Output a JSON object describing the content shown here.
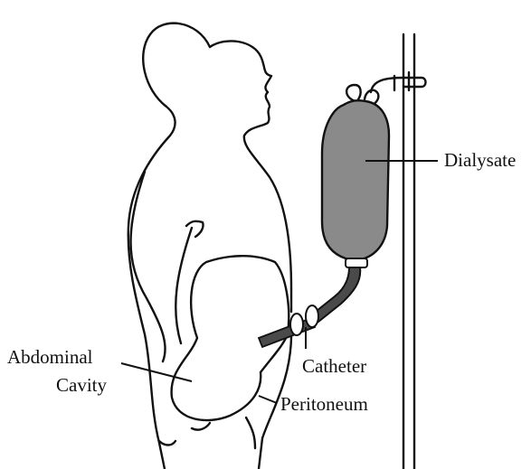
{
  "labels": {
    "dialysate": "Dialysate",
    "abdominal_cavity_line1": "Abdominal",
    "abdominal_cavity_line2": "Cavity",
    "catheter": "Catheter",
    "peritoneum": "Peritoneum"
  },
  "colors": {
    "ink": "#111111",
    "bag_fill": "#8a8a8a",
    "tube_fill": "#4a4a4a",
    "background": "#ffffff"
  }
}
